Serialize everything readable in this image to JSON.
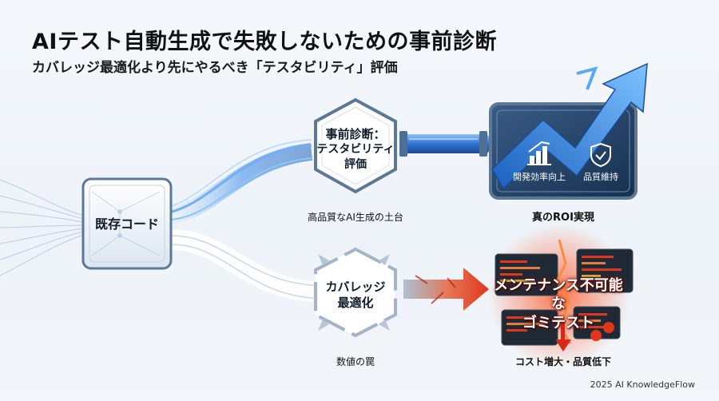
{
  "header": {
    "title": "AIテスト自動生成で失敗しないための事前診断",
    "subtitle": "カバレッジ最適化より先にやるべき「テスタビリティ」評価"
  },
  "nodes": {
    "source": {
      "label": "既存コード"
    },
    "diagnosis": {
      "line1": "事前診断：",
      "line2": "テスタビリティ",
      "line3": "評価",
      "caption": "高品質なAI生成の土台"
    },
    "coverage": {
      "line1": "カバレッジ",
      "line2": "最適化",
      "caption": "数値の罠"
    },
    "roi": {
      "item1": "開発効率向上",
      "item2": "品質維持",
      "caption": "真のROI実現"
    },
    "failure": {
      "line1": "メンテナンス不可能な",
      "line2": "ゴミテスト",
      "caption": "コスト増大・品質低下"
    }
  },
  "icons": {
    "roi_item1": "bar-chart-rising-icon",
    "roi_item2": "shield-check-icon",
    "failure_coin": "dollar-coin-icon"
  },
  "colors": {
    "good_path": "#2f7fe0",
    "bad_path": "#e0361b",
    "node_border": "#5d7794"
  },
  "footer": {
    "credit": "2025 AI KnowledgeFlow"
  }
}
